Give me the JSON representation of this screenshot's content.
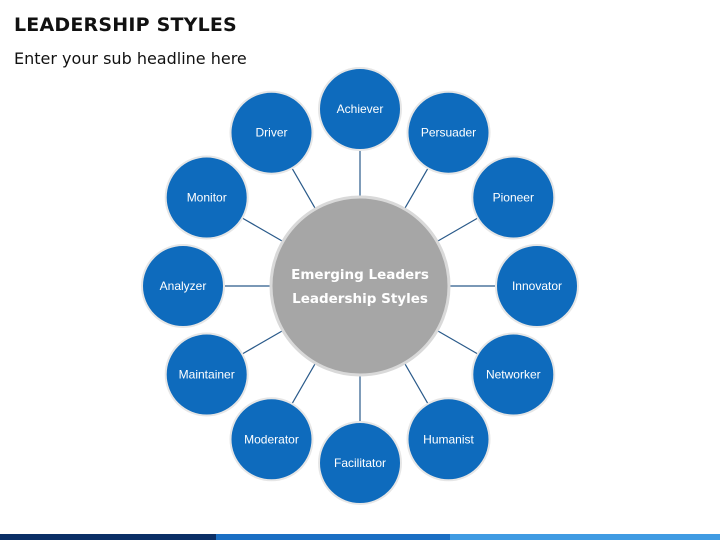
{
  "header": {
    "title": "LEADERSHIP STYLES",
    "subtitle": "Enter your sub headline here"
  },
  "diagram": {
    "center_line1": "Emerging Leaders",
    "center_line2": "Leadership Styles",
    "nodes": [
      {
        "label": "Achiever",
        "slug": "achiever"
      },
      {
        "label": "Persuader",
        "slug": "persuader"
      },
      {
        "label": "Pioneer",
        "slug": "pioneer"
      },
      {
        "label": "Innovator",
        "slug": "innovator"
      },
      {
        "label": "Networker",
        "slug": "networker"
      },
      {
        "label": "Humanist",
        "slug": "humanist"
      },
      {
        "label": "Facilitator",
        "slug": "facilitator"
      },
      {
        "label": "Moderator",
        "slug": "moderator"
      },
      {
        "label": "Maintainer",
        "slug": "maintainer"
      },
      {
        "label": "Analyzer",
        "slug": "analyzer"
      },
      {
        "label": "Monitor",
        "slug": "monitor"
      },
      {
        "label": "Driver",
        "slug": "driver"
      }
    ]
  },
  "colors": {
    "node_fill": "#0e6bbd",
    "node_stroke": "#e6e6e6",
    "center_fill": "#a6a6a6",
    "connector": "#2a5a8a"
  }
}
